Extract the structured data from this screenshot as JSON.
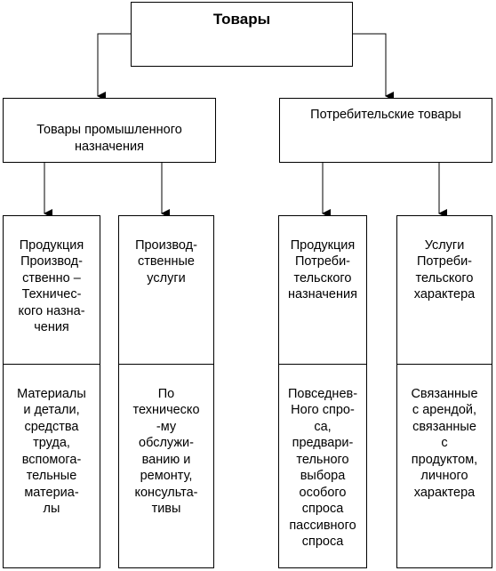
{
  "diagram": {
    "root": {
      "label": "Товары"
    },
    "groups": [
      {
        "label": "Товары промышленного\nназначения"
      },
      {
        "label": "Потребительские товары"
      }
    ],
    "columns": [
      {
        "title": "Продукция\nПроизвод-\nственно –\nТехничес-\nкого назна-\nчения",
        "items": "Материалы\nи детали,\nсредства\nтруда,\nвспомога-\nтельные\nматериа-\nлы"
      },
      {
        "title": "Производ-\nственные\nуслуги",
        "items": "По\nтехническо\n-му\nобслужи-\nванию и\nремонту,\nконсульта-\nтивы"
      },
      {
        "title": "Продукция\nПотреби-\nтельского\nназначения",
        "items": "Повседнев-\nНого спро-\nса,\nпредвари-\nтельного\nвыбора\nособого\nспроса\nпассивного\nспроса"
      },
      {
        "title": "Услуги\nПотреби-\nтельского\nхарактера",
        "items": "Связанные\nс арендой,\nсвязанные\nс\nпродуктом,\nличного\nхарактера"
      }
    ]
  }
}
